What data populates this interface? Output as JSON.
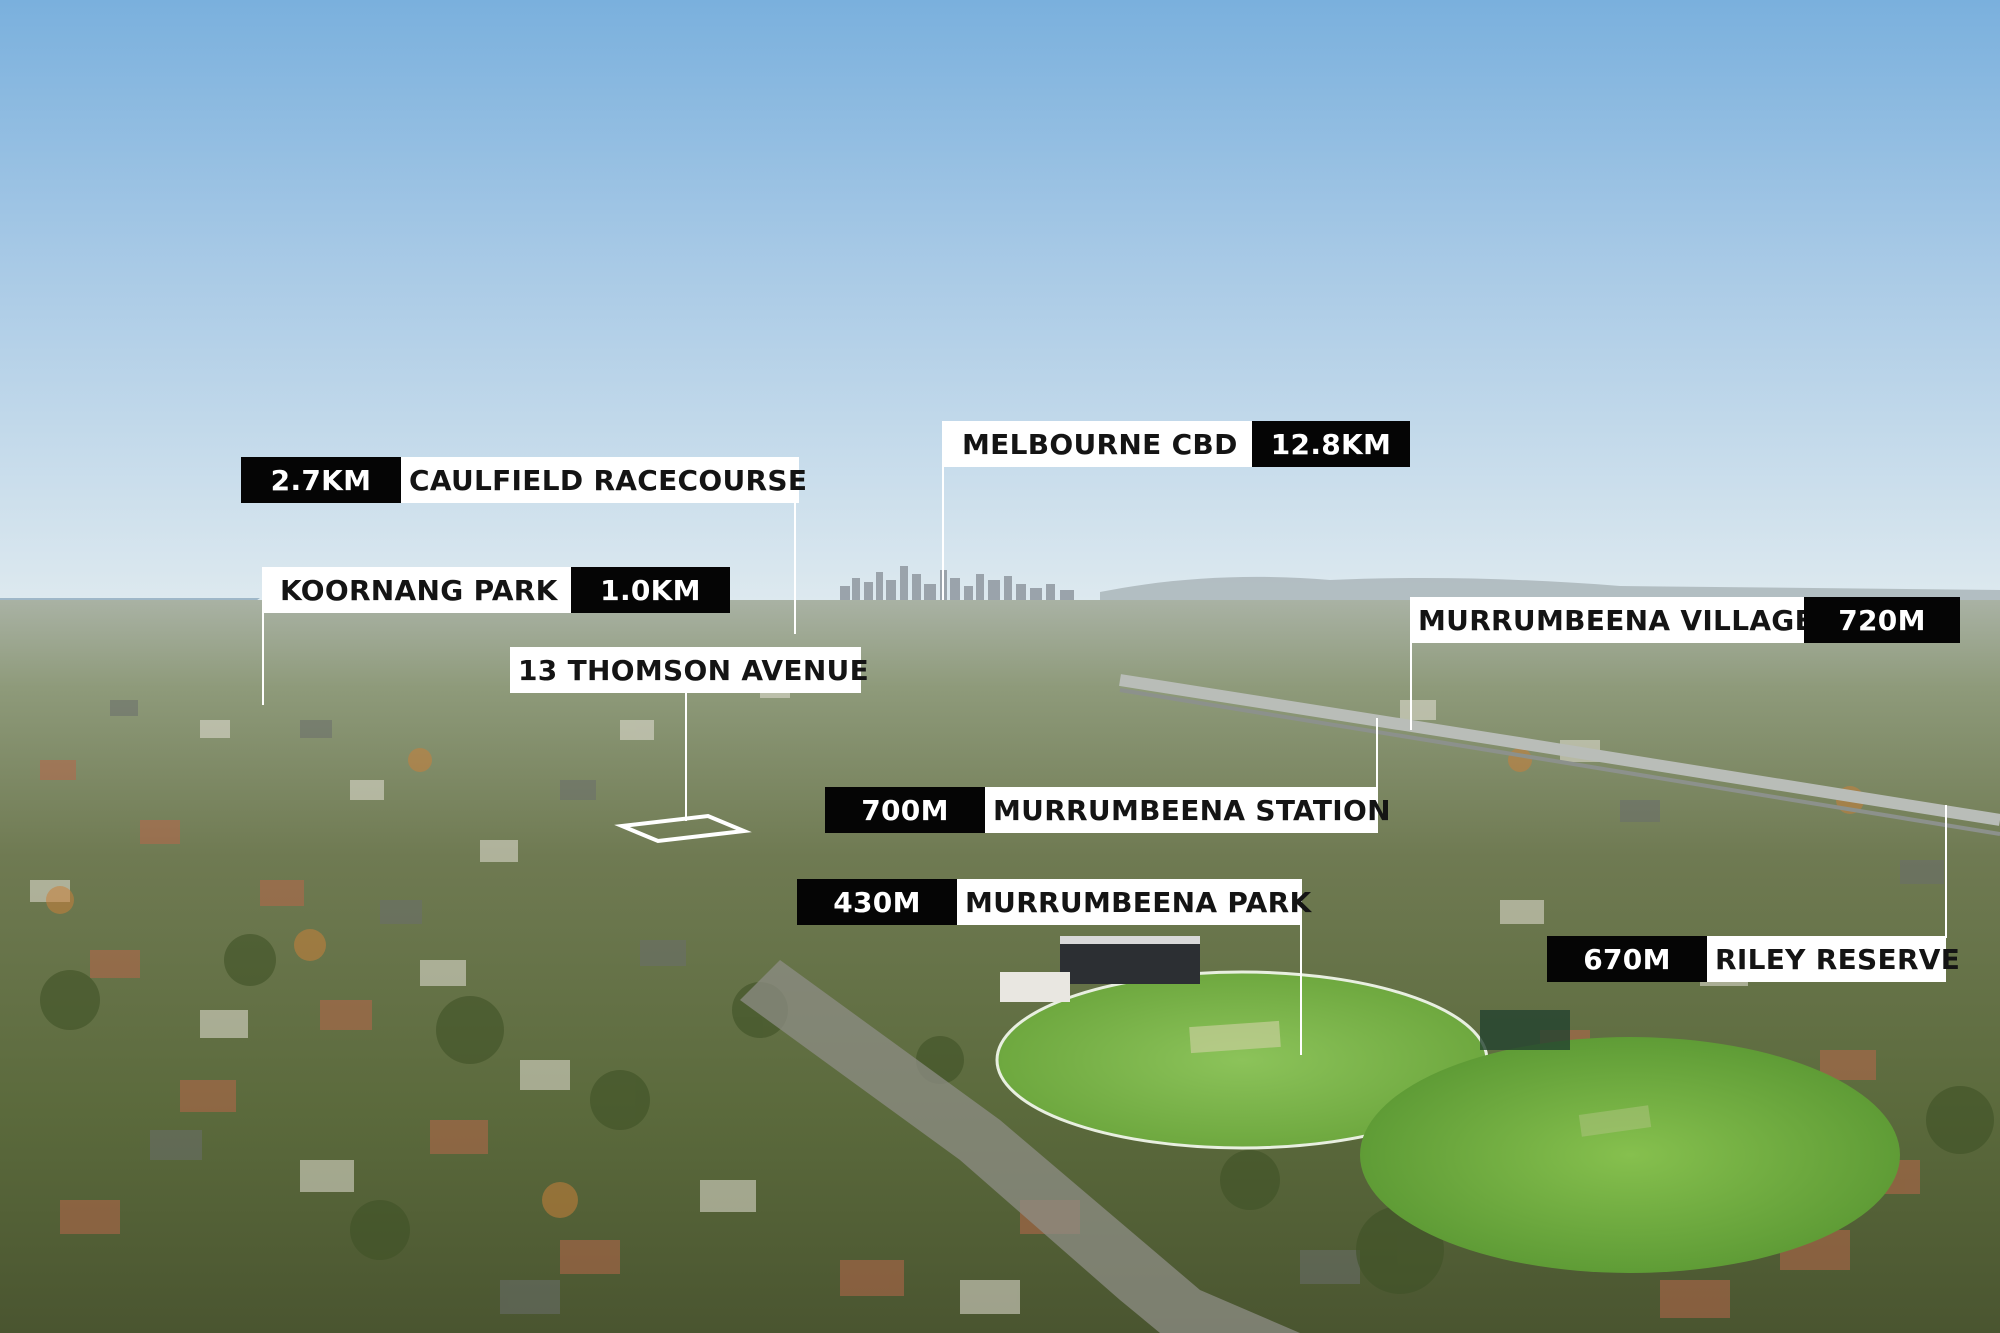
{
  "image": {
    "scene": "aerial-suburb-with-sports-oval",
    "colors": {
      "sky_top": "#7fb3de",
      "sky_horizon": "#d7e6ef",
      "label_dark": "#050505",
      "label_light": "#ffffff",
      "oval_grass": "#7ab648"
    }
  },
  "callouts": {
    "caulfield": {
      "distance": "2.7KM",
      "name": "CAULFIELD RACECOURSE"
    },
    "melbourne_cbd": {
      "distance": "12.8KM",
      "name": "MELBOURNE CBD"
    },
    "koornang": {
      "distance": "1.0KM",
      "name": "KOORNANG PARK"
    },
    "thomson": {
      "name": "13 THOMSON AVENUE"
    },
    "village": {
      "distance": "720M",
      "name": "MURRUMBEENA VILLAGE"
    },
    "station": {
      "distance": "700M",
      "name": "MURRUMBEENA STATION"
    },
    "park": {
      "distance": "430M",
      "name": "MURRUMBEENA PARK"
    },
    "riley": {
      "distance": "670M",
      "name": "RILEY RESERVE"
    }
  }
}
